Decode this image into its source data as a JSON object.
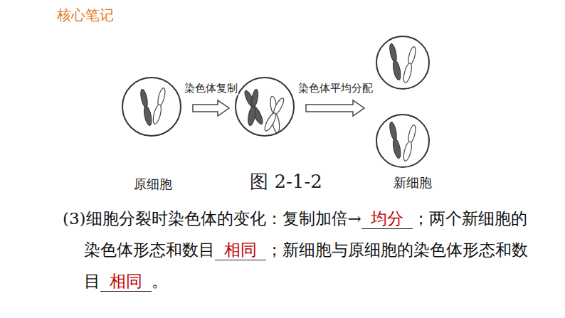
{
  "diagram": {
    "title": "核心笔记",
    "caption": "图 2-1-2",
    "nodes": [
      {
        "text": [
          "原细胞"
        ]
      },
      {
        "text": []
      },
      {
        "text": [
          "新细胞"
        ]
      }
    ],
    "edges": [
      {
        "from": 0,
        "to": 1,
        "arrow": "to",
        "label": "染色体复制"
      },
      {
        "from": 1,
        "to": 2,
        "arrow": "to",
        "label": "染色体平均分配"
      }
    ],
    "labels": [
      "(3)细胞分裂时染色体的变化：复制加倍→",
      "均分",
      "；两个新细胞的染色体形态和数目",
      "相同",
      "；新细胞与原细胞的染色体形态和数目",
      "相同",
      "。"
    ]
  }
}
